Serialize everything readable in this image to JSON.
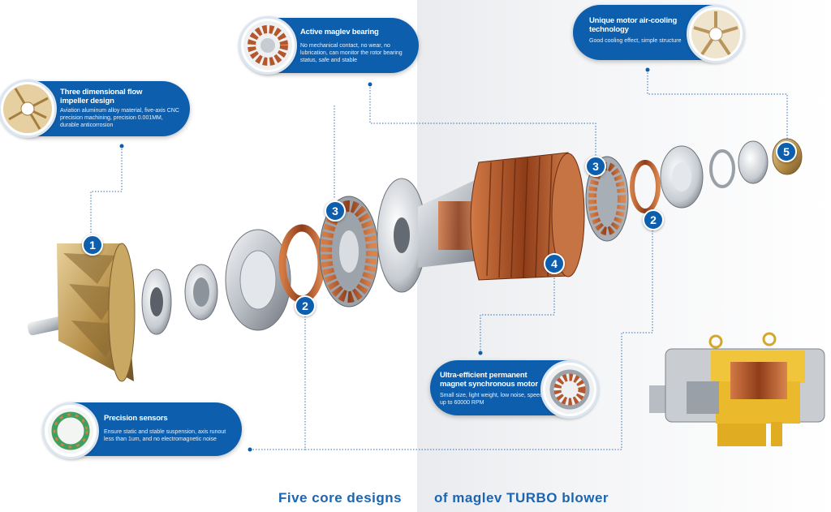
{
  "footer": {
    "left": "Five core designs",
    "right": "of maglev TURBO blower"
  },
  "callouts": [
    {
      "number": "1",
      "title": "Three dimensional flow impeller design",
      "description": "Aviation aluminum alloy material, five-axis CNC precision machining, precision 0.001MM, durable anticorrosion",
      "icon": "impeller-icon"
    },
    {
      "number": "2",
      "title": "Precision sensors",
      "description": "Ensure static and stable suspension, axis runout less than 1um, and no electromagnetic noise",
      "icon": "sensor-ring-icon"
    },
    {
      "number": "3",
      "title": "Active maglev bearing",
      "description": "No mechanical contact, no wear, no lubrication, can monitor the rotor bearing status, safe and stable",
      "icon": "stator-coil-icon"
    },
    {
      "number": "4",
      "title": "Ultra-efficient permanent magnet synchronous motor",
      "description": "Small size, light weight, low noise, speed up to 60000 RPM",
      "icon": "motor-stator-icon"
    },
    {
      "number": "5",
      "title": "Unique motor air-cooling technology",
      "description": "Good cooling effect, simple structure",
      "icon": "cooling-fan-icon"
    }
  ],
  "colors": {
    "brand_blue": "#0d5fae",
    "copper": "#b5562c",
    "footer_text": "#1b65b1"
  }
}
